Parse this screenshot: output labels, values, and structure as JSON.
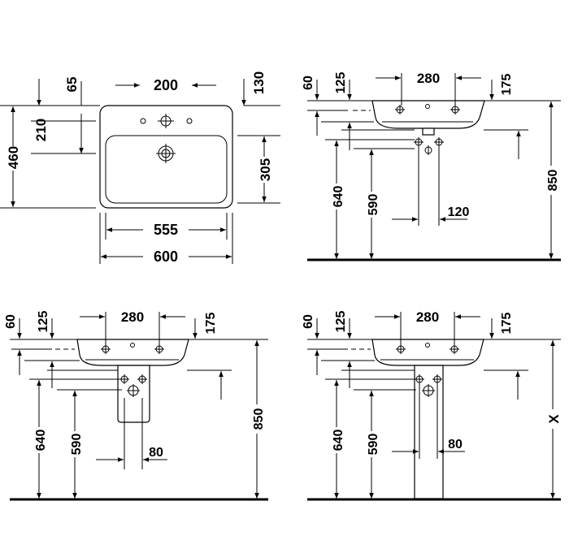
{
  "top_view": {
    "d_65": "65",
    "d_200": "200",
    "d_130": "130",
    "d_210": "210",
    "d_460": "460",
    "d_305": "305",
    "d_555": "555",
    "d_600": "600"
  },
  "side_view": {
    "d_60": "60",
    "d_125": "125",
    "d_280": "280",
    "d_175": "175",
    "d_850": "850",
    "d_640": "640",
    "d_590": "590",
    "d_120": "120"
  },
  "semi_pedestal_view": {
    "d_60": "60",
    "d_125": "125",
    "d_280": "280",
    "d_175": "175",
    "d_850": "850",
    "d_640": "640",
    "d_590": "590",
    "d_80": "80"
  },
  "pedestal_view": {
    "d_60": "60",
    "d_125": "125",
    "d_280": "280",
    "d_175": "175",
    "d_x": "X",
    "d_640": "640",
    "d_590": "590",
    "d_80": "80"
  }
}
